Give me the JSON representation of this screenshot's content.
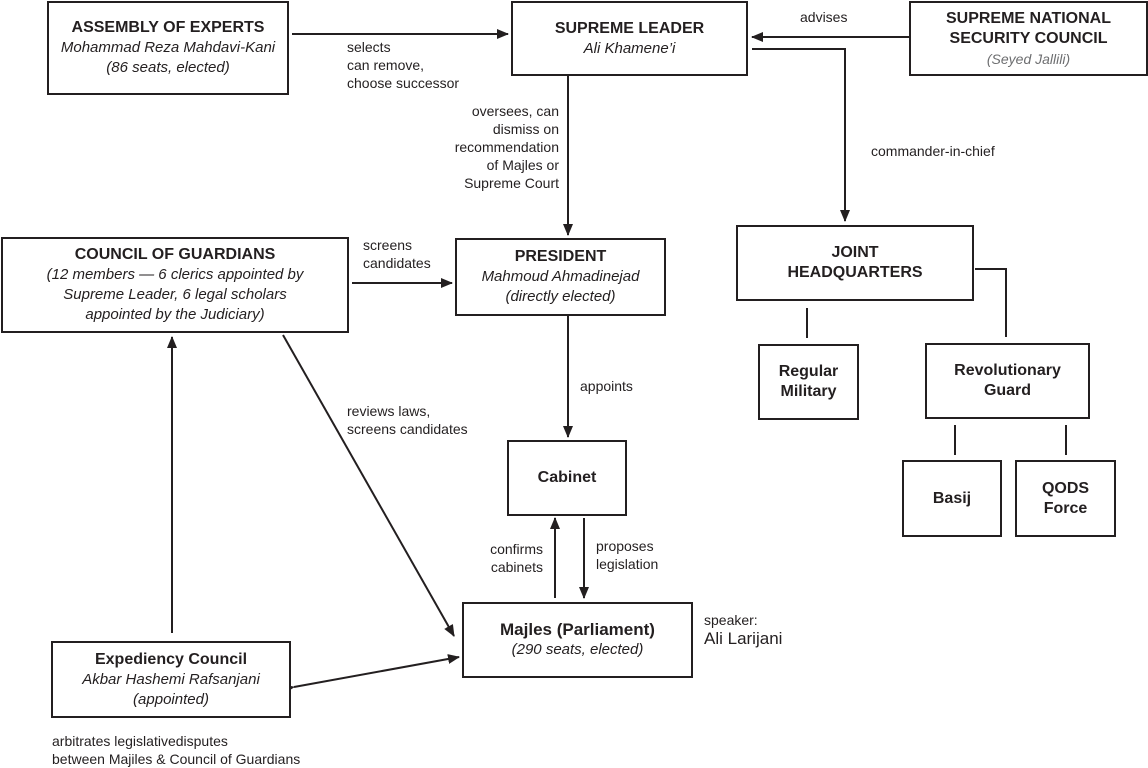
{
  "nodes": {
    "assembly": {
      "title": "ASSEMBLY OF EXPERTS",
      "sub1": "Mohammad Reza Mahdavi-Kani",
      "sub2": "(86 seats, elected)"
    },
    "leader": {
      "title": "SUPREME LEADER",
      "sub1": "Ali Khamene’i"
    },
    "snsc": {
      "title1": "SUPREME NATIONAL",
      "title2": "SECURITY COUNCIL",
      "sub1": "(Seyed Jallili)"
    },
    "guardians": {
      "title": "COUNCIL OF GUARDIANS",
      "sub1": "(12 members — 6 clerics appointed by",
      "sub2": "Supreme Leader, 6 legal scholars",
      "sub3": "appointed by the Judiciary)"
    },
    "president": {
      "title": "PRESIDENT",
      "sub1": "Mahmoud Ahmadinejad",
      "sub2": "(directly elected)"
    },
    "joint": {
      "title1": "JOINT",
      "title2": "HEADQUARTERS"
    },
    "regular": {
      "title1": "Regular",
      "title2": "Military"
    },
    "irgc": {
      "title1": "Revolutionary",
      "title2": "Guard"
    },
    "basij": {
      "title": "Basij"
    },
    "qods": {
      "title1": "QODS",
      "title2": "Force"
    },
    "cabinet": {
      "title": "Cabinet"
    },
    "majles": {
      "title": "Majles (Parliament)",
      "sub1": "(290 seats, elected)"
    },
    "expediency": {
      "title": "Expediency Council",
      "sub1": "Akbar Hashemi Rafsanjani",
      "sub2": "(appointed)"
    }
  },
  "labels": {
    "selects": [
      "selects",
      "can remove,",
      "choose successor"
    ],
    "advises": "advises",
    "commander": "commander-in-chief",
    "oversees": [
      "oversees, can",
      "dismiss on",
      "recommendation",
      "of Majles or",
      "Supreme Court"
    ],
    "screens": [
      "screens",
      "candidates"
    ],
    "appoints": "appoints",
    "reviews": [
      "reviews laws,",
      "screens candidates"
    ],
    "confirms": [
      "confirms",
      "cabinets"
    ],
    "proposes": [
      "proposes",
      "legislation"
    ],
    "speaker": "speaker:",
    "speaker_name": "Ali Larijani",
    "arbitrates": [
      "arbitrates legislativedisputes",
      "between Majiles & Council of Guardians"
    ]
  },
  "colors": {
    "ink": "#231f20",
    "muted": "#6d6e70"
  }
}
